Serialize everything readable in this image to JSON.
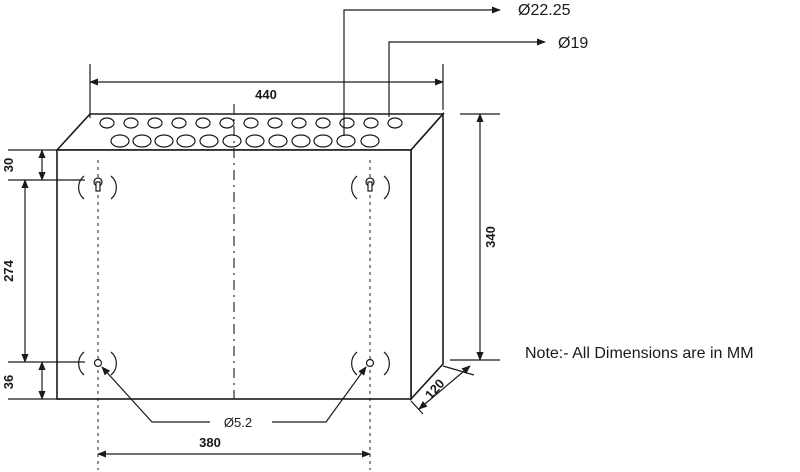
{
  "dimensions": {
    "width_top": "440",
    "height_right": "340",
    "depth": "120",
    "mount_spacing_h": "380",
    "mount_top_offset": "30",
    "mount_spacing_v": "274",
    "mount_bottom_offset": "36"
  },
  "callouts": {
    "large_hole": "Ø22.25",
    "small_hole": "Ø19",
    "mount_hole": "Ø5.2"
  },
  "note": "Note:- All Dimensions are in MM"
}
